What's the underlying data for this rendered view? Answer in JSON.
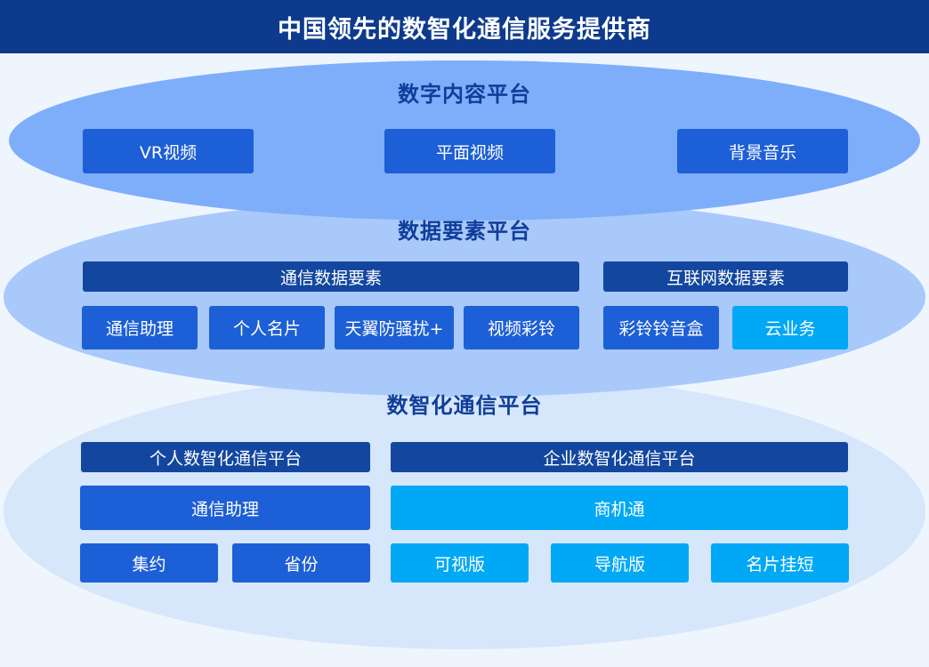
{
  "title": "中国领先的数智化通信服务提供商",
  "content_platform": {
    "title": "数字内容平台",
    "items": [
      "VR视频",
      "平面视频",
      "背景音乐"
    ]
  },
  "data_platform": {
    "title": "数据要素平台",
    "telecom_header": "通信数据要素",
    "internet_header": "互联网数据要素",
    "telecom_items": [
      "通信助理",
      "个人名片",
      "天翼防骚扰+",
      "视频彩铃"
    ],
    "internet_items": [
      "彩铃铃音盒",
      "云业务"
    ]
  },
  "comm_platform": {
    "title": "数智化通信平台",
    "personal_header": "个人数智化通信平台",
    "enterprise_header": "企业数智化通信平台",
    "personal_main": "通信助理",
    "enterprise_main": "商机通",
    "personal_items": [
      "集约",
      "省份"
    ],
    "enterprise_items": [
      "可视版",
      "导航版",
      "名片挂短"
    ]
  },
  "colors": {
    "header_bg": "#0d3a8c",
    "title_text": "#0f3e9a",
    "box_blue": "#1d5fd6",
    "box_navy": "#13479f",
    "box_cyan": "#00a8f5"
  }
}
